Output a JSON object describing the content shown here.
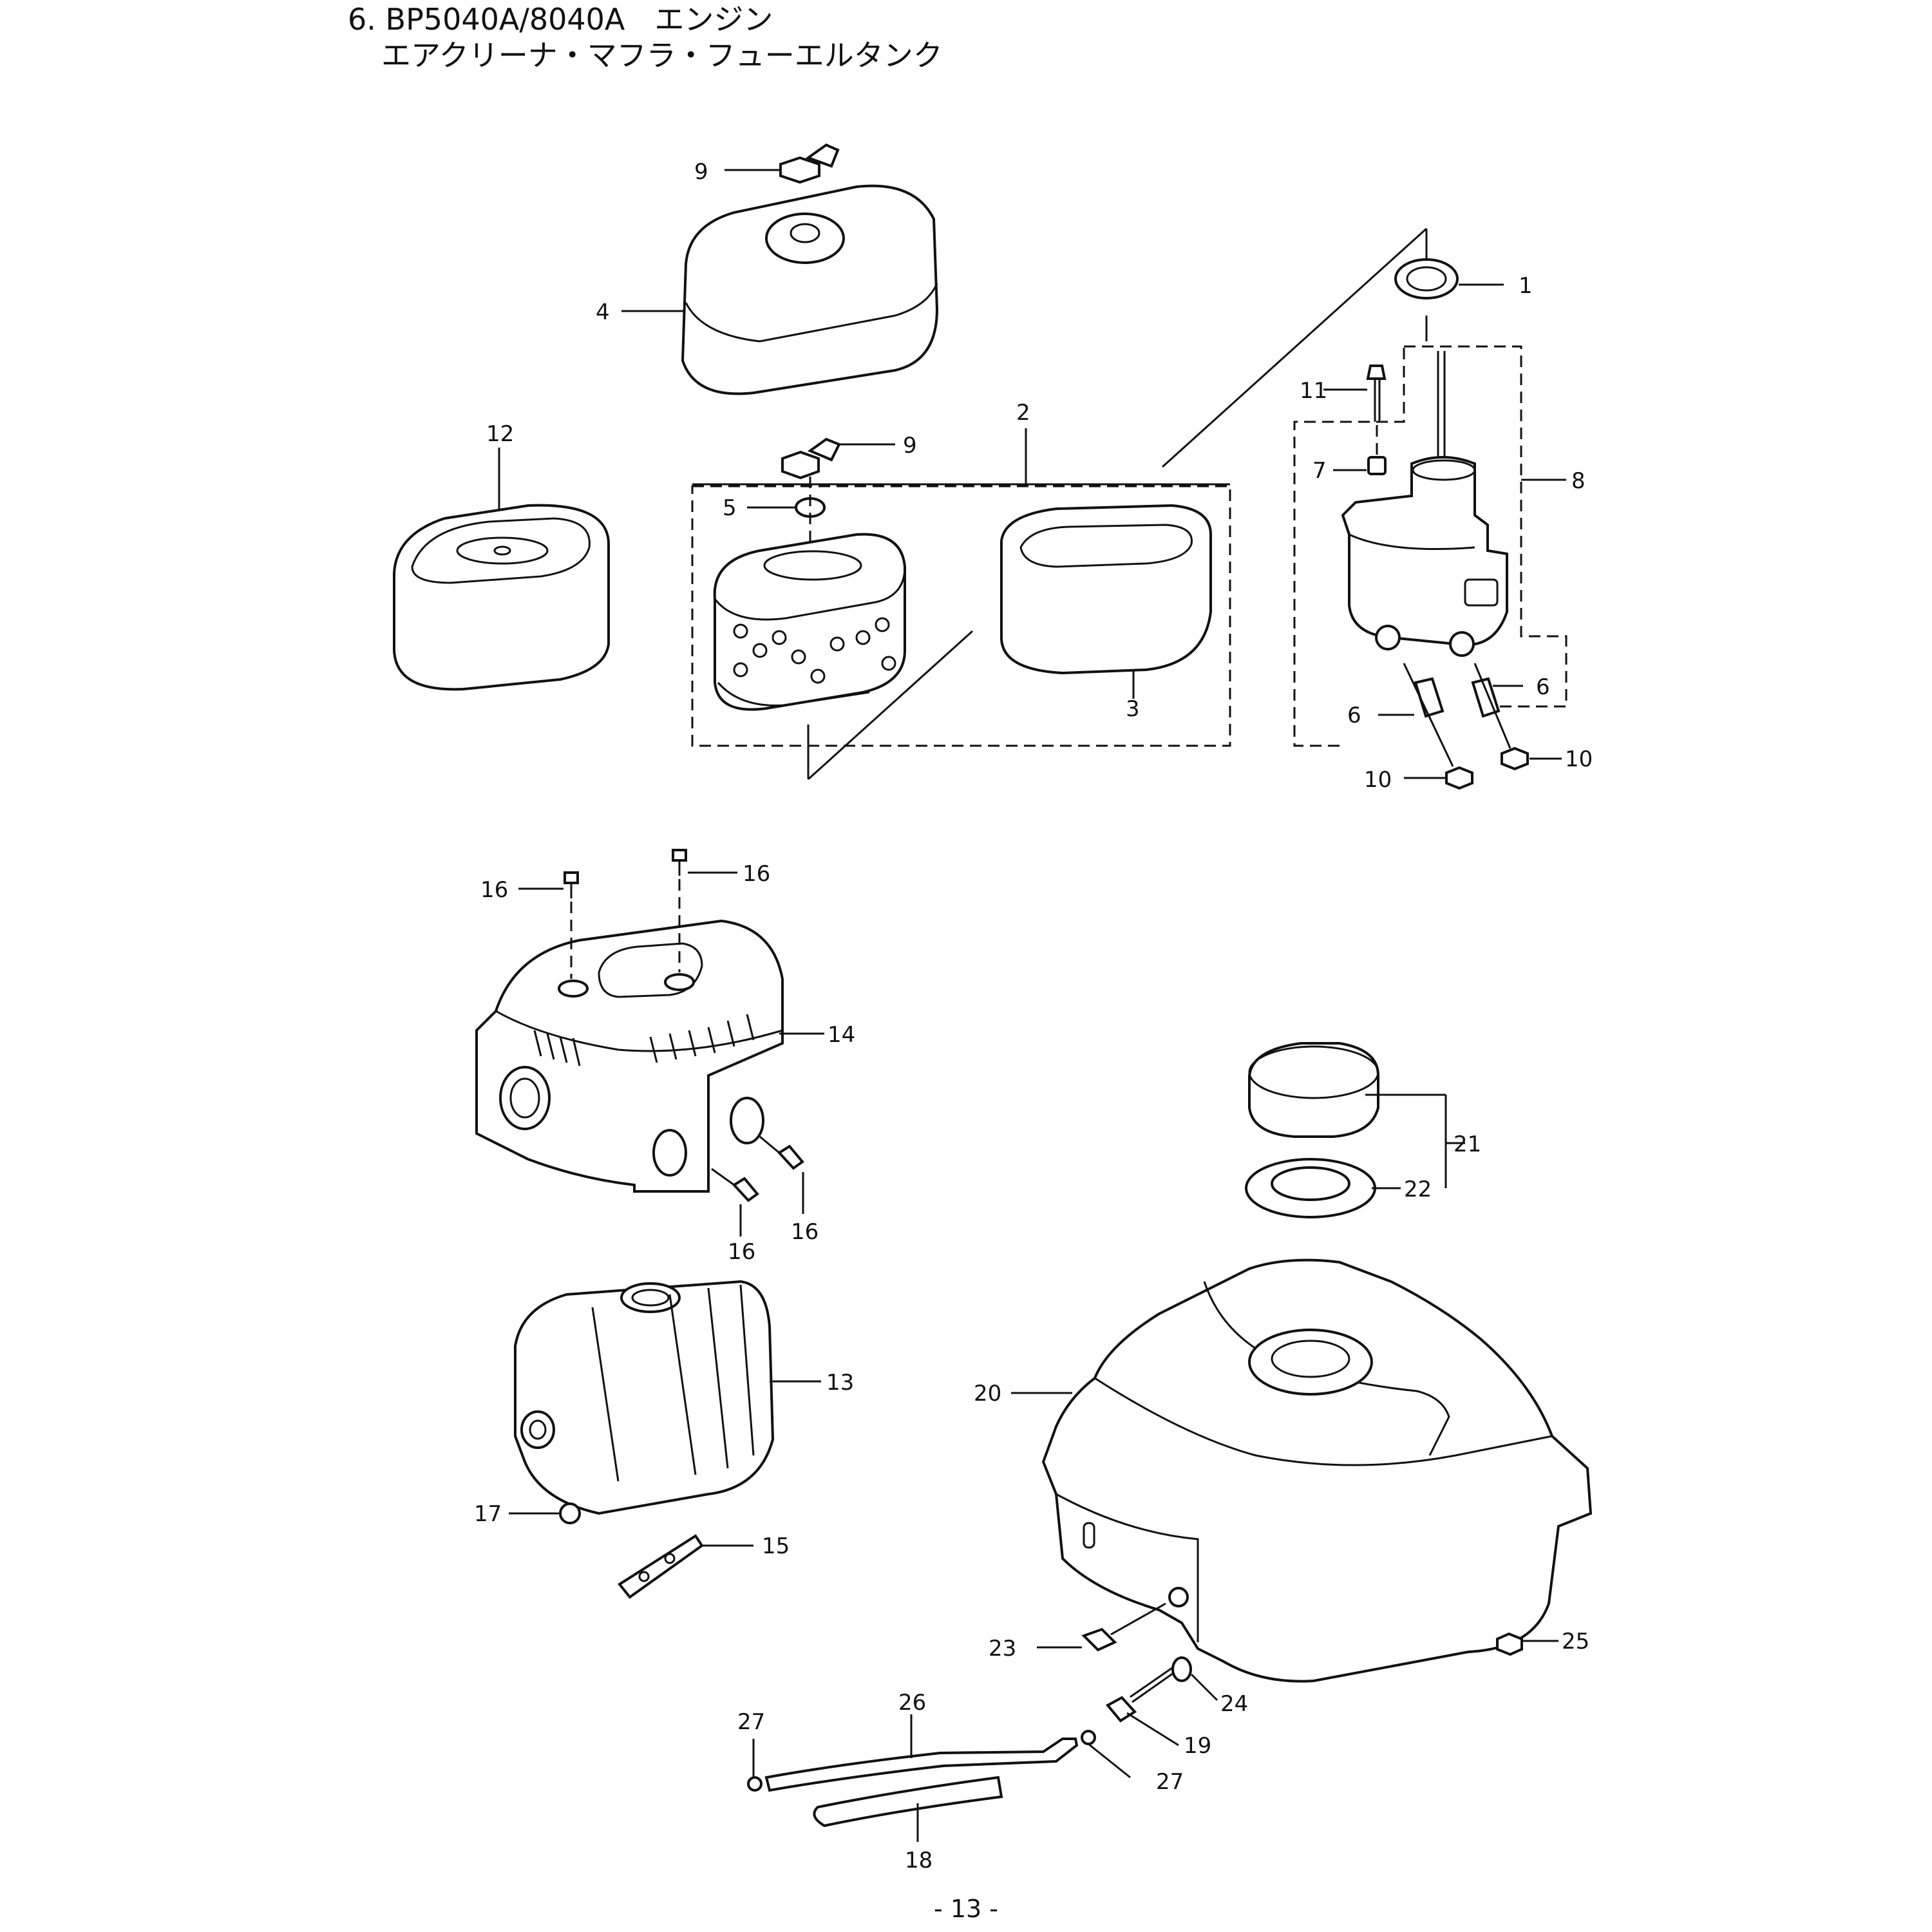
{
  "header": {
    "line1": "6. BP5040A/8040A　エンジン",
    "line2": "エアクリーナ・マフラ・フューエルタンク"
  },
  "callouts": [
    "1",
    "2",
    "3",
    "4",
    "5",
    "6",
    "6",
    "7",
    "8",
    "9",
    "9",
    "10",
    "10",
    "11",
    "12",
    "13",
    "14",
    "15",
    "16",
    "16",
    "16",
    "16",
    "17",
    "18",
    "19",
    "20",
    "21",
    "22",
    "23",
    "24",
    "25",
    "26",
    "27",
    "27"
  ],
  "footer": {
    "page_number": "- 13 -"
  }
}
